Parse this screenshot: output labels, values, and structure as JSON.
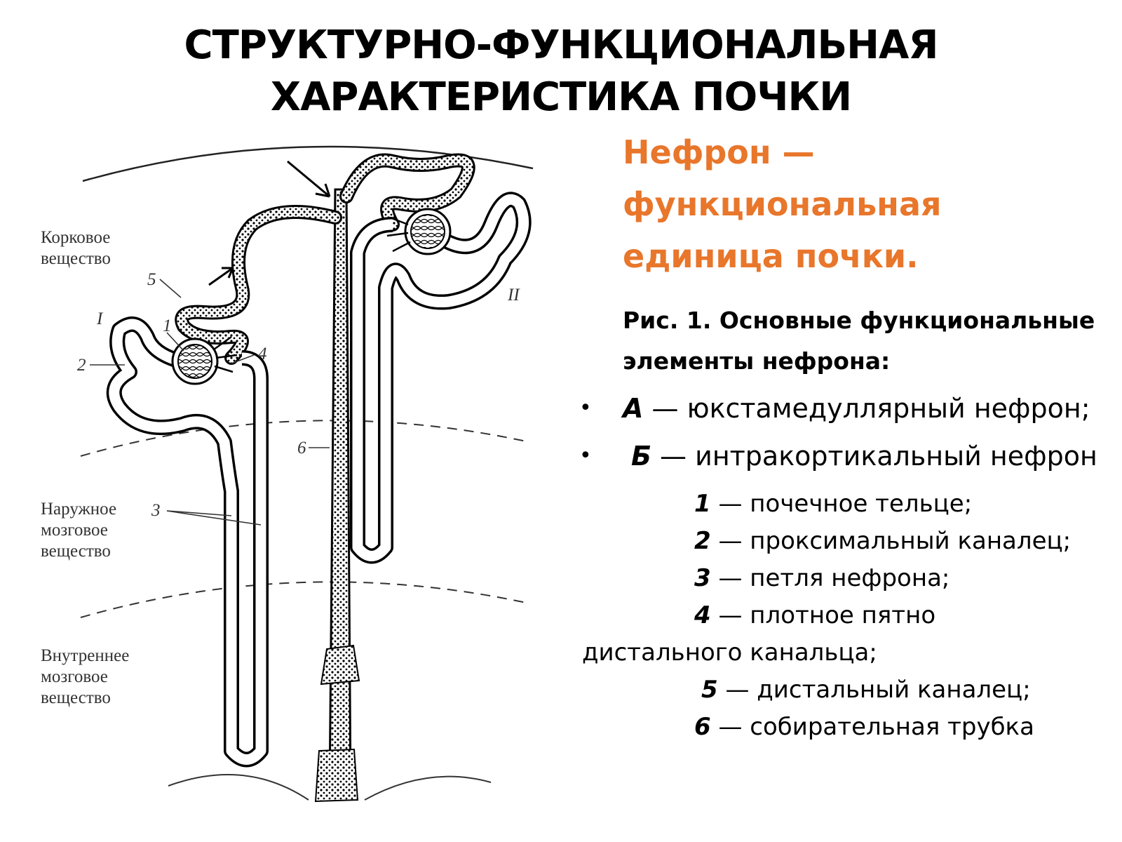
{
  "title": {
    "line1": "СТРУКТУРНО-ФУНКЦИОНАЛЬНАЯ",
    "line2": "ХАРАКТЕРИСТИКА ПОЧКИ"
  },
  "subtitle": {
    "line1": "Нефрон —",
    "line2": "функциональная",
    "line3": "единица почки."
  },
  "caption": {
    "line1": "Рис. 1. Основные функциональные",
    "line2": "элементы нефрона:"
  },
  "bullets": [
    {
      "letter": "А",
      "text": " — юкстамедуллярный нефрон;"
    },
    {
      "letter": "Б",
      "text": " — интракортикальный нефрон"
    }
  ],
  "items": [
    {
      "num": "1",
      "text": " — почечное тельце;"
    },
    {
      "num": "2",
      "text": " — проксимальный каналец;"
    },
    {
      "num": "3",
      "text": " — петля нефрона;"
    },
    {
      "num": "4",
      "text": " — плотное пятно"
    },
    {
      "num": "",
      "text": "дистального канальца;"
    },
    {
      "num": "5",
      "text": " — дистальный каналец;"
    },
    {
      "num": "6",
      "text": " — собирательная трубка"
    }
  ],
  "diagram": {
    "zones": {
      "cortex_line1": "Корковое",
      "cortex_line2": "вещество",
      "outer_line1": "Наружное",
      "outer_line2": "мозговое",
      "outer_line3": "вещество",
      "inner_line1": "Внутреннее",
      "inner_line2": "мозговое",
      "inner_line3": "вещество"
    },
    "markers": {
      "nephron_1": "I",
      "nephron_2": "II",
      "n1": "1",
      "n2": "2",
      "n3": "3",
      "n4": "4",
      "n5": "5",
      "n6": "6"
    }
  },
  "colors": {
    "accent": "#e8762b",
    "text": "#000000"
  }
}
